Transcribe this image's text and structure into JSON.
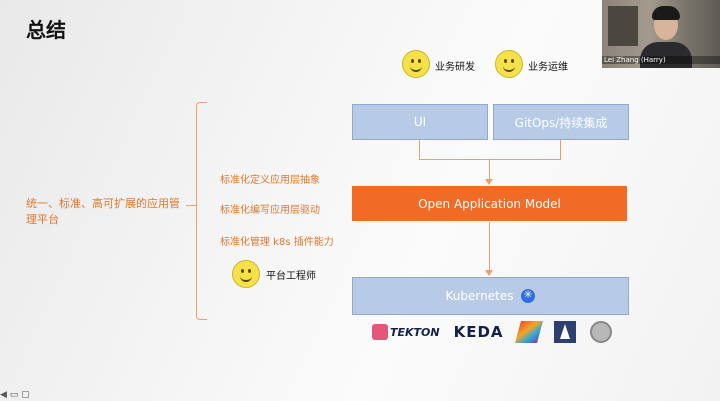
{
  "slide": {
    "title": "总结",
    "roles_top": [
      {
        "label": "业务研发"
      },
      {
        "label": "业务运维"
      }
    ],
    "platform_role": "平台工程师",
    "summary_text": "统一、标准、高可扩展的应用管理平台",
    "standards": [
      "标准化定义应用层抽象",
      "标准化编写应用层驱动",
      "标准化管理 k8s 插件能力"
    ],
    "boxes": {
      "ui": "UI",
      "gitops": "GitOps/持续集成",
      "oam": "Open Application Model",
      "kubernetes": "Kubernetes"
    },
    "logos": [
      "TEKTON",
      "KEDA",
      "",
      "",
      ""
    ]
  },
  "video": {
    "participant_name": "Lei Zhang (Harry)"
  },
  "colors": {
    "accent_orange": "#ef6b26",
    "box_blue": "#b7cbe7",
    "text_orange": "#e0782e"
  }
}
